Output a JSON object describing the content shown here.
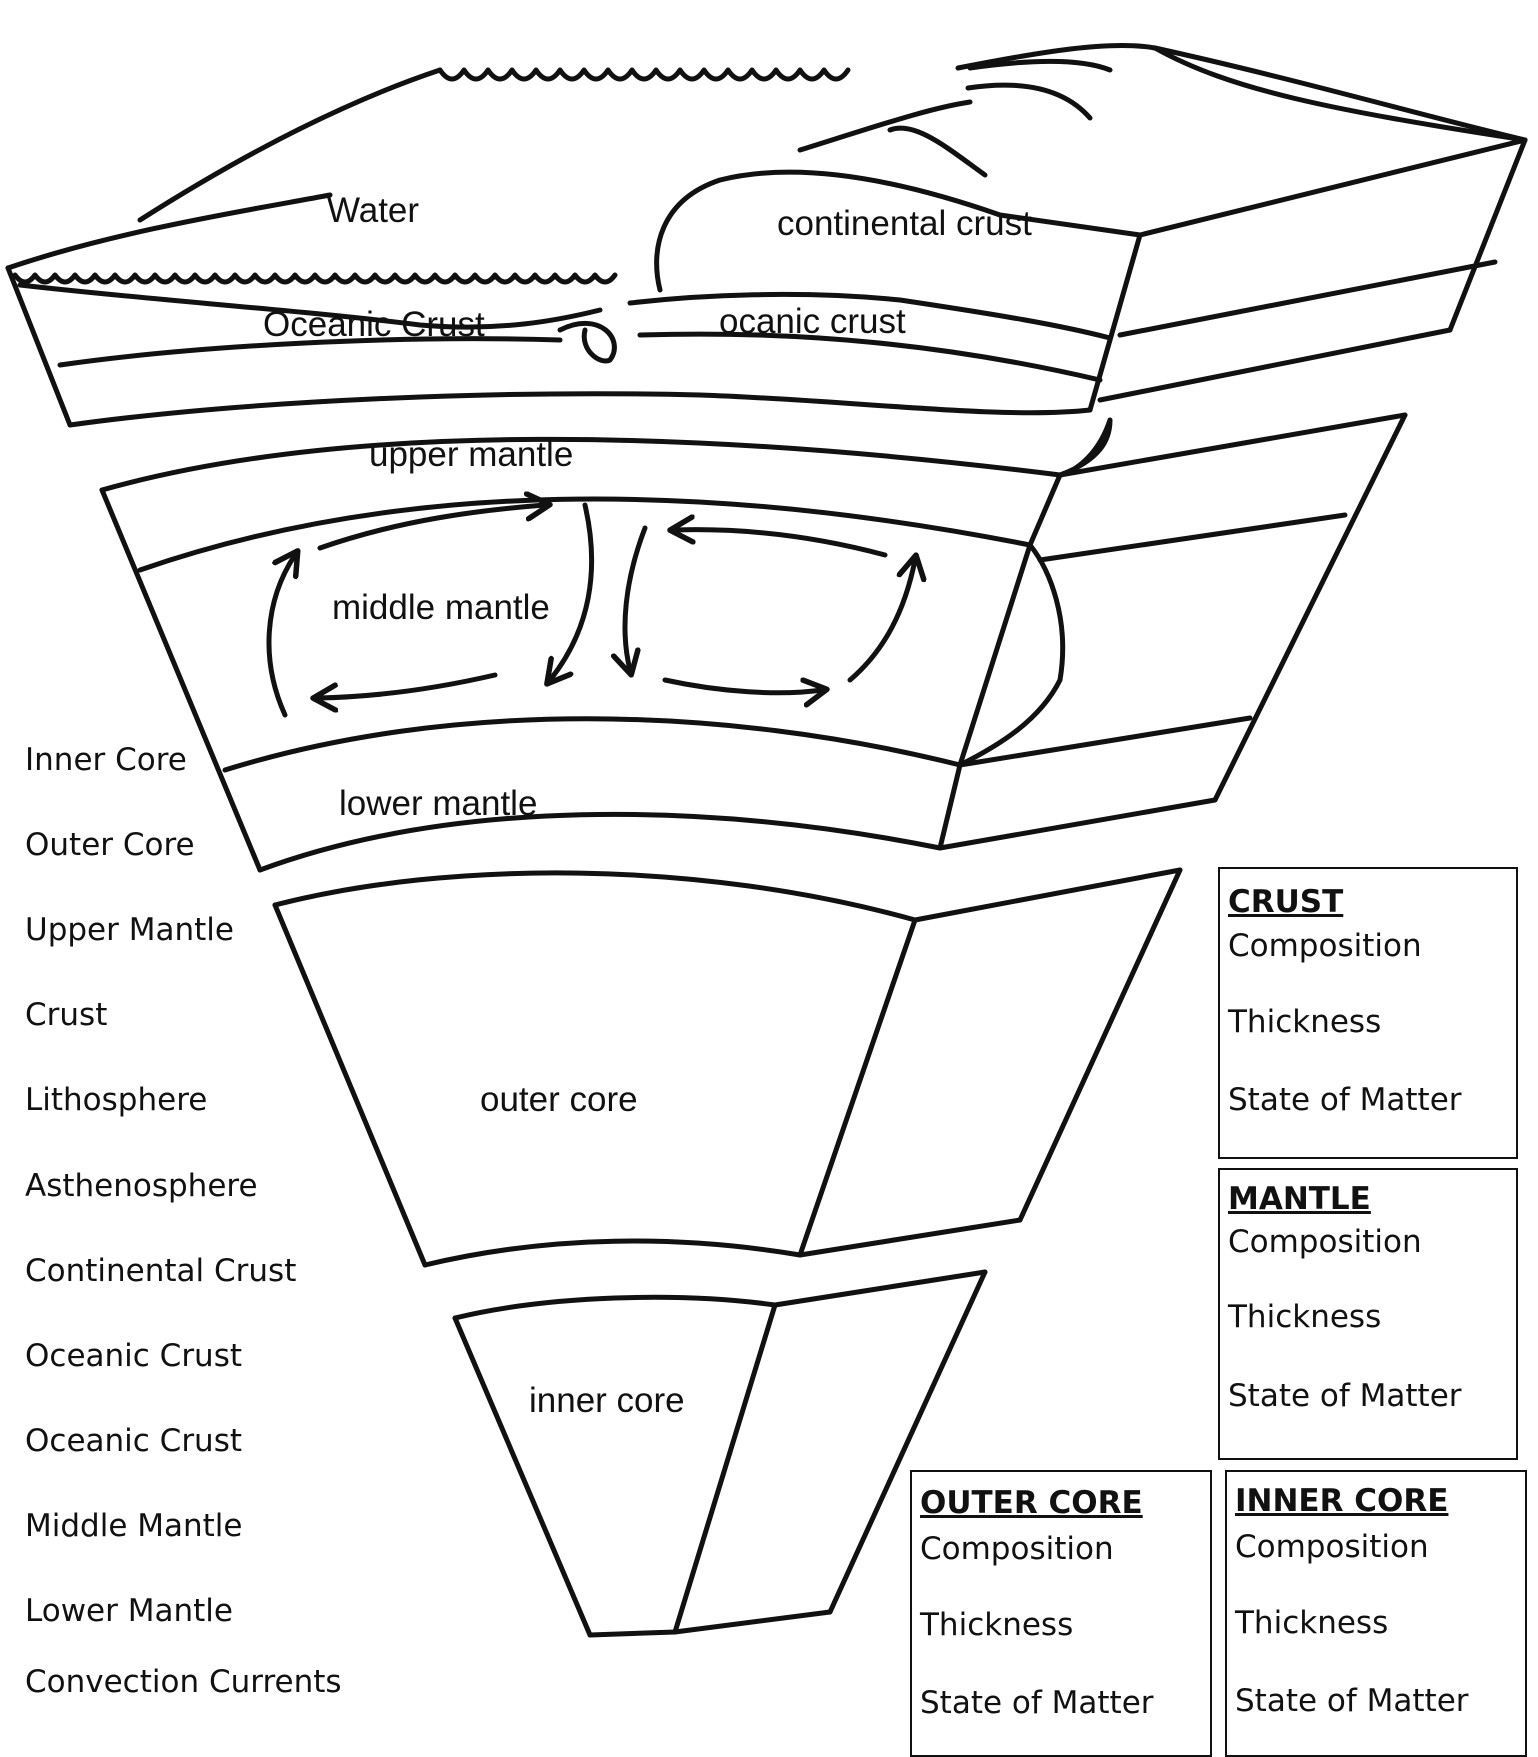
{
  "diagram_labels": {
    "water": "Water",
    "continental_crust": "continental crust",
    "oceanic_crust_left": "Oceanic Crust",
    "oceanic_crust_right": "ocanic crust",
    "upper_mantle": "upper mantle",
    "middle_mantle": "middle mantle",
    "lower_mantle": "lower mantle",
    "outer_core": "outer core",
    "inner_core": "inner core"
  },
  "word_bank": [
    "Inner Core",
    "Outer Core",
    "Upper Mantle",
    "Crust",
    "Lithosphere",
    "Asthenosphere",
    "Continental Crust",
    "Oceanic Crust",
    "Oceanic Crust",
    "Middle Mantle",
    "Lower Mantle",
    "Convection Currents"
  ],
  "boxes": {
    "crust": {
      "title": "CRUST",
      "composition": "Composition",
      "thickness": "Thickness",
      "state": "State of Matter"
    },
    "mantle": {
      "title": "MANTLE",
      "composition": "Composition",
      "thickness": "Thickness",
      "state": "State of Matter"
    },
    "outer_core": {
      "title": "OUTER CORE",
      "composition": "Composition",
      "thickness": "Thickness",
      "state": "State of Matter"
    },
    "inner_core": {
      "title": "INNER CORE",
      "composition": "Composition",
      "thickness": "Thickness",
      "state": "State of Matter"
    }
  }
}
